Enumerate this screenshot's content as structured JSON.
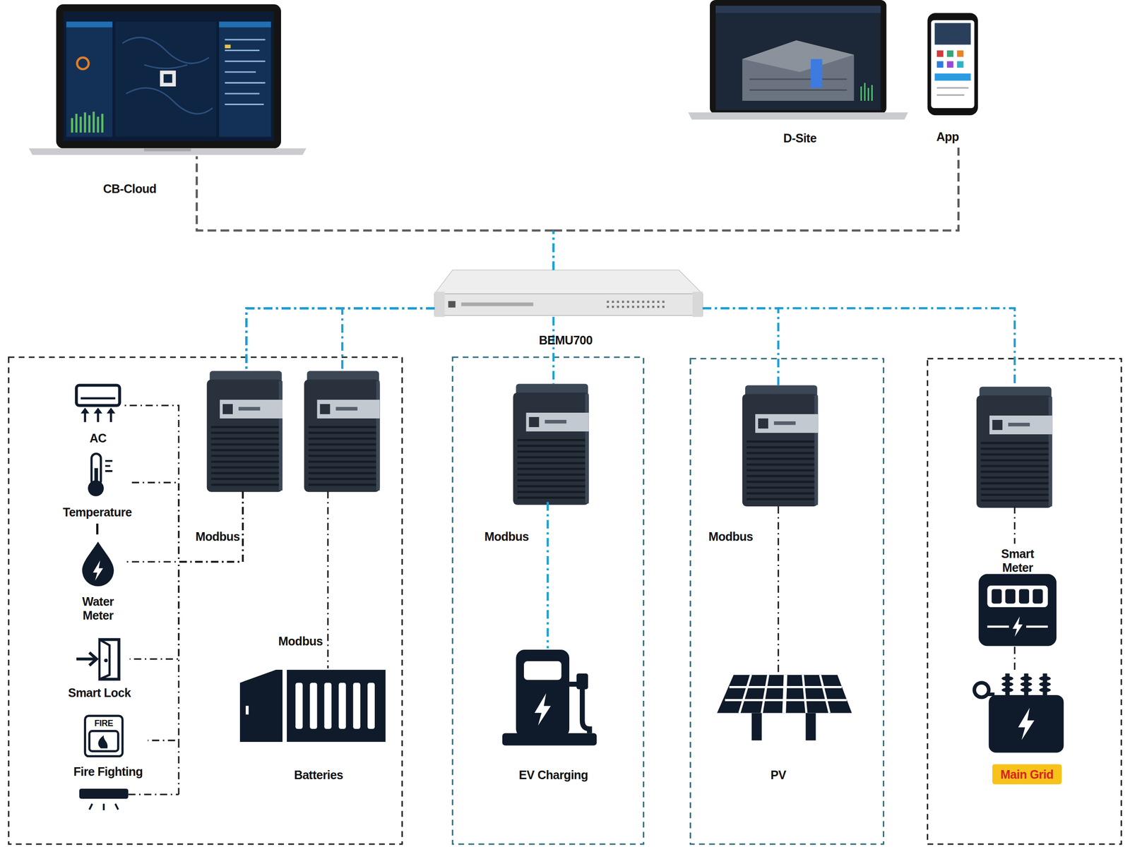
{
  "diagram": {
    "nodes": [
      {
        "text": [
          "CB-Cloud"
        ]
      },
      {
        "text": [
          "D-Site"
        ]
      },
      {
        "text": [
          "App"
        ]
      },
      {
        "text": [
          "BEMU700"
        ]
      },
      {
        "text": [
          "AC"
        ]
      },
      {
        "text": [
          "Temperature"
        ]
      },
      {
        "text": [
          "Water Meter"
        ]
      },
      {
        "text": [
          "Smart Lock"
        ]
      },
      {
        "text": [
          "Fire Fighting"
        ]
      },
      {
        "text": [
          "Batteries"
        ]
      },
      {
        "text": [
          "EV Charging"
        ]
      },
      {
        "text": [
          "PV"
        ]
      },
      {
        "text": [
          "Smart Meter"
        ]
      },
      {
        "text": [
          "Main Grid"
        ]
      }
    ],
    "edges": [
      {
        "from": 3,
        "to": 0,
        "arrow": "none"
      },
      {
        "from": 3,
        "to": 2,
        "arrow": "none"
      },
      {
        "from": 3,
        "to": 4,
        "arrow": "none"
      },
      {
        "from": 3,
        "to": 5,
        "arrow": "none"
      },
      {
        "from": 3,
        "to": 6,
        "arrow": "none"
      },
      {
        "from": 3,
        "to": 7,
        "arrow": "none"
      },
      {
        "from": 3,
        "to": 8,
        "arrow": "none"
      },
      {
        "from": 3,
        "to": 9,
        "arrow": "none"
      },
      {
        "from": 3,
        "to": 10,
        "arrow": "none"
      },
      {
        "from": 3,
        "to": 11,
        "arrow": "none"
      },
      {
        "from": 3,
        "to": 12,
        "arrow": "none"
      },
      {
        "from": 12,
        "to": 13,
        "arrow": "none"
      }
    ],
    "labels": [
      "Modbus",
      "Modbus",
      "Modbus",
      "Modbus",
      "FIRE"
    ]
  }
}
